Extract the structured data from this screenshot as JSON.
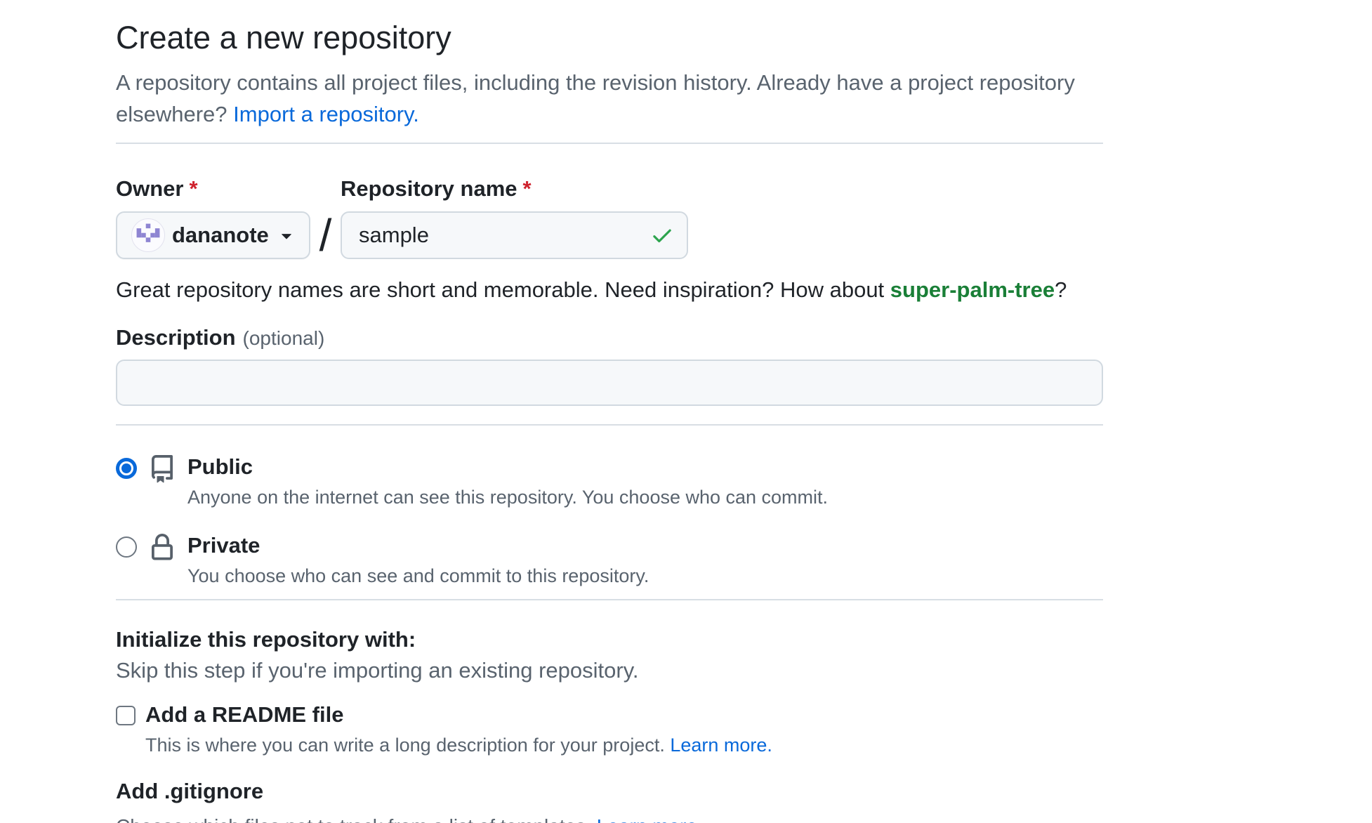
{
  "page": {
    "title": "Create a new repository",
    "subtitle_line1": "A repository contains all project files, including the revision history. Already have a project repository",
    "subtitle_line2_prefix": "elsewhere? ",
    "import_link": "Import a repository."
  },
  "owner": {
    "label": "Owner",
    "required_mark": "*",
    "value": "dananote",
    "avatar_icon": "identicon-avatar",
    "dropdown_icon": "triangle-down-icon"
  },
  "separator": "/",
  "repo": {
    "label": "Repository name",
    "required_mark": "*",
    "value": "sample",
    "valid_icon": "check-icon"
  },
  "suggestion": {
    "prefix": "Great repository names are short and memorable. Need inspiration? How about ",
    "name": "super-palm-tree",
    "suffix": "?"
  },
  "description": {
    "label": "Description",
    "optional": "(optional)",
    "value": "",
    "placeholder": ""
  },
  "visibility": {
    "public": {
      "label": "Public",
      "description": "Anyone on the internet can see this repository. You choose who can commit.",
      "selected": true,
      "icon": "repo-icon"
    },
    "private": {
      "label": "Private",
      "description": "You choose who can see and commit to this repository.",
      "selected": false,
      "icon": "lock-icon"
    }
  },
  "initialize": {
    "heading": "Initialize this repository with:",
    "subheading": "Skip this step if you're importing an existing repository.",
    "readme": {
      "label": "Add a README file",
      "checked": false,
      "description": "This is where you can write a long description for your project. ",
      "link": "Learn more."
    },
    "gitignore": {
      "heading": "Add .gitignore",
      "description": "Choose which files not to track from a list of templates. ",
      "link": "Learn more."
    }
  },
  "colors": {
    "accent": "#0969da",
    "success_text": "#1a7f37",
    "success_icon": "#2da44e",
    "danger": "#cf222e",
    "muted_text": "#59636e",
    "border": "#d1d9e0",
    "input_bg": "#f6f8fa",
    "avatar_purple": "#8e85d2"
  }
}
